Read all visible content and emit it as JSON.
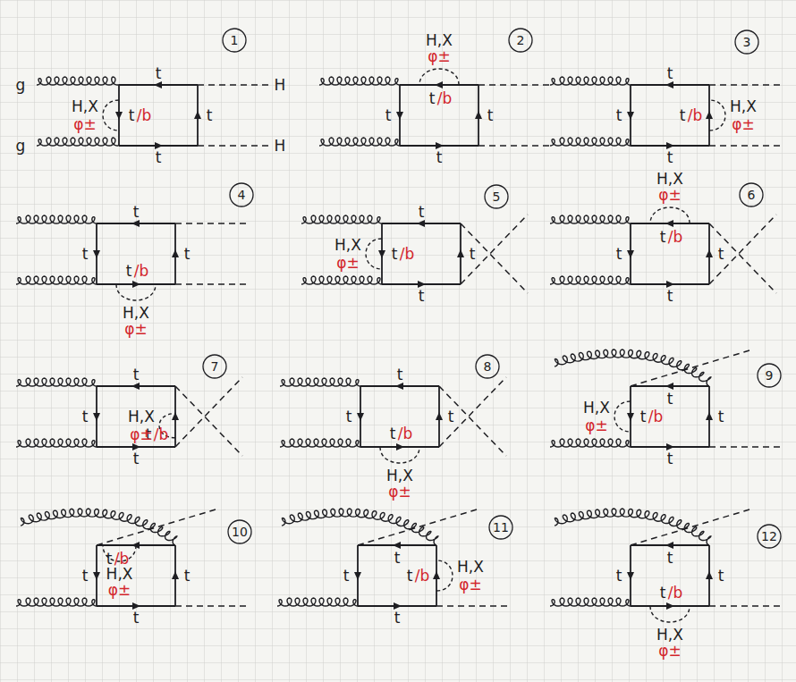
{
  "diagram": {
    "labels": [
      "1",
      "t",
      "t",
      "t",
      "t",
      "/b",
      "H,X",
      "φ±",
      "g",
      "g",
      "H",
      "H",
      "2",
      "t",
      "t",
      "t",
      "t",
      "/b",
      "H,X",
      "φ±",
      "3",
      "t",
      "t",
      "t",
      "t",
      "/b",
      "H,X",
      "φ±",
      "4",
      "t",
      "t",
      "t",
      "t",
      "/b",
      "H,X",
      "φ±",
      "5",
      "t",
      "t",
      "t",
      "t",
      "/b",
      "H,X",
      "φ±",
      "6",
      "t",
      "t",
      "t",
      "t",
      "/b",
      "H,X",
      "φ±",
      "7",
      "t",
      "t",
      "t",
      "t",
      "/b",
      "H,X",
      "φ±",
      "8",
      "t",
      "t",
      "t",
      "t",
      "/b",
      "H,X",
      "φ±",
      "9",
      "t",
      "t",
      "t",
      "t",
      "/b",
      "H,X",
      "φ±",
      "10",
      "t",
      "t",
      "t",
      "t",
      "/b",
      "H,X",
      "φ±",
      "11",
      "t",
      "t",
      "t",
      "t",
      "/b",
      "H,X",
      "φ±",
      "12",
      "t",
      "t",
      "t",
      "t",
      "/b",
      "H,X",
      "φ±"
    ]
  }
}
